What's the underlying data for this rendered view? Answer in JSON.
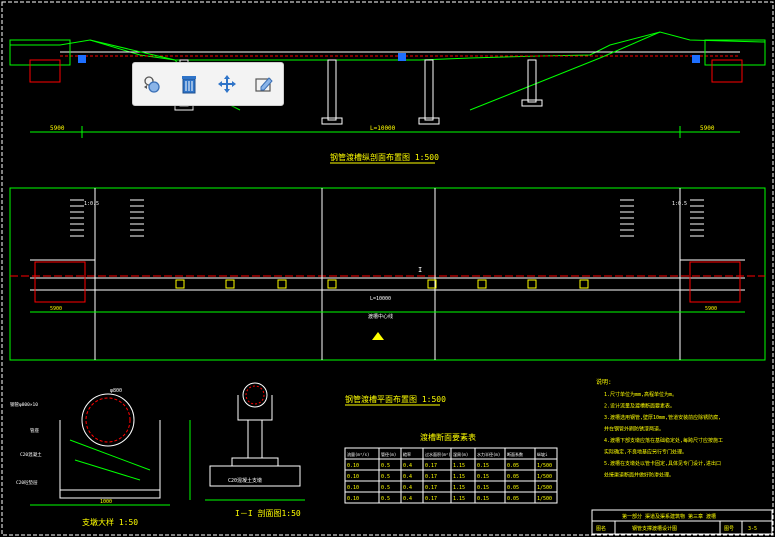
{
  "drawing": {
    "longitudinal_title": "钢管渡槽纵剖面布置图 1:500",
    "plan_title": "钢管渡槽平面布置图 1:500",
    "detail_title": "支墩大样 1:50",
    "section_title": "I－I 剖面图1:50",
    "table_title": "渡槽断面要素表",
    "dim_left": "5900",
    "dim_center": "L=10000",
    "dim_right": "5900",
    "plan_dim_left": "5900",
    "plan_dim_center": "5900",
    "plan_dim_mid": "L=10000",
    "plan_centerline_label": "渡槽中心线",
    "section_mark": "I",
    "slope_left": "1:0.5",
    "slope_right": "1:0.5",
    "detail_label_top": "φ800",
    "detail_label_1": "钢管φ800×10",
    "detail_label_2": "管座",
    "detail_label_3": "C20混凝土",
    "detail_label_4": "C20砼垫层",
    "detail_dim_bottom": "1000",
    "section_label_bottom": "C20混凝土支墩",
    "table_headers": [
      "流量(m³/s)",
      "管径(m)",
      "糙率",
      "过水面积(m²)",
      "湿周(m)",
      "水力半径(m)",
      "断面系数",
      "纵坡i"
    ],
    "table_rows": [
      [
        "0.10",
        "0.5",
        "0.4",
        "0.17",
        "1.15",
        "0.15",
        "0.05",
        "1/500"
      ],
      [
        "0.10",
        "0.5",
        "0.4",
        "0.17",
        "1.15",
        "0.15",
        "0.05",
        "1/500"
      ],
      [
        "0.10",
        "0.5",
        "0.4",
        "0.17",
        "1.15",
        "0.15",
        "0.05",
        "1/500"
      ],
      [
        "0.10",
        "0.5",
        "0.4",
        "0.17",
        "1.15",
        "0.15",
        "0.05",
        "1/500"
      ]
    ],
    "notes_title": "说明:",
    "notes": [
      "1.尺寸单位为mm,高程单位为m。",
      "2.设计流量及渡槽断面要素表。",
      "3.渡槽选用钢管,壁厚10mm,管道安装前应除锈防腐,",
      "  并在钢管外刷防锈漆两道。",
      "4.渡槽下部支墩应落在基础稳定处,每跨尺寸应按施工",
      "  实际确定,不良地基应另行专门处理。",
      "5.渡槽在支墩处以管卡固定,具体见专门设计,进出口",
      "  处接渠道断面并做好防渗处理。"
    ],
    "title_block": {
      "row1": "第一部分  渠道及渠系建筑物  第三章  渡槽",
      "row2_label": "图名",
      "row2": "钢管支撑渡槽设计图",
      "sheet_label": "图号",
      "sheet": "3-5"
    }
  },
  "toolbar": {
    "items": [
      {
        "name": "copy-objects-icon",
        "label": "Copy"
      },
      {
        "name": "delete-icon",
        "label": "Delete"
      },
      {
        "name": "move-icon",
        "label": "Move"
      },
      {
        "name": "edit-properties-icon",
        "label": "Properties"
      }
    ]
  },
  "colors": {
    "background": "#000000",
    "line_green": "#00ff00",
    "line_white": "#ffffff",
    "text_yellow": "#ffff00",
    "accent_red": "#ff0000",
    "accent_blue": "#1e6fff",
    "accent_cyan": "#00ffff"
  }
}
